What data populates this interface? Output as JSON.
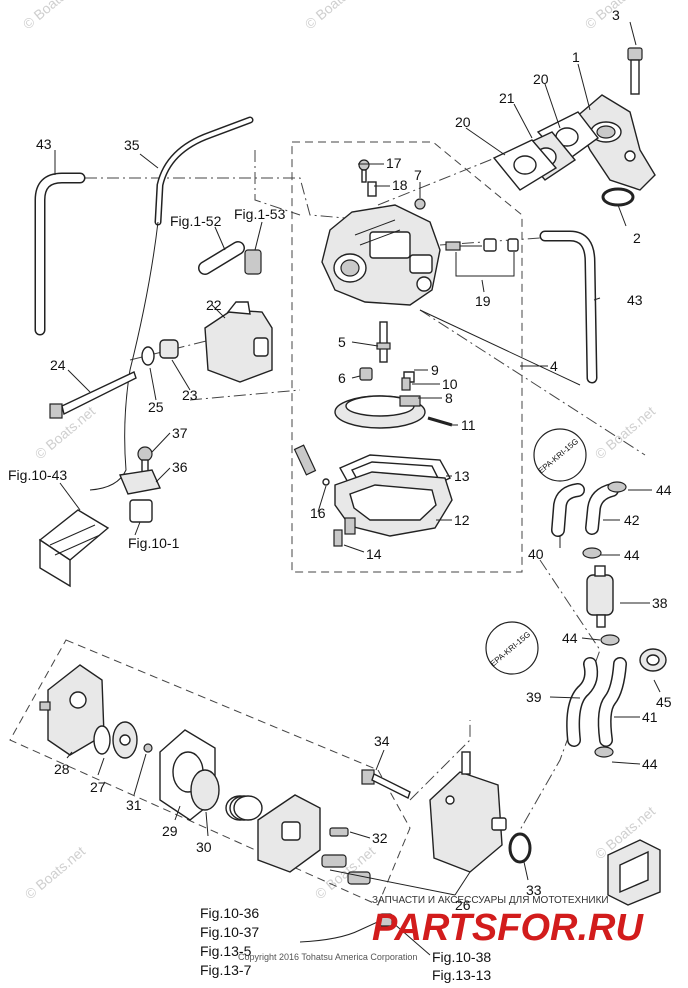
{
  "labels": {
    "p1": "1",
    "p2": "2",
    "p3": "3",
    "p4": "4",
    "p5": "5",
    "p6": "6",
    "p7": "7",
    "p8": "8",
    "p9": "9",
    "p10": "10",
    "p11": "11",
    "p12": "12",
    "p13": "13",
    "p14": "14",
    "p16": "16",
    "p17": "17",
    "p18": "18",
    "p19": "19",
    "p20a": "20",
    "p20b": "20",
    "p21": "21",
    "p22": "22",
    "p23": "23",
    "p24": "24",
    "p25": "25",
    "p26": "26",
    "p27": "27",
    "p28": "28",
    "p29": "29",
    "p30": "30",
    "p31": "31",
    "p32": "32",
    "p33": "33",
    "p34": "34",
    "p35": "35",
    "p36": "36",
    "p37": "37",
    "p38": "38",
    "p39": "39",
    "p40": "40",
    "p41": "41",
    "p42": "42",
    "p43a": "43",
    "p43b": "43",
    "p44a": "44",
    "p44b": "44",
    "p44c": "44",
    "p44d": "44",
    "p45": "45"
  },
  "figure_refs": {
    "fig1_52": "Fig.1-52",
    "fig1_53": "Fig.1-53",
    "fig10_43": "Fig.10-43",
    "fig10_1": "Fig.10-1",
    "fig10_36": "Fig.10-36",
    "fig10_37": "Fig.10-37",
    "fig13_5": "Fig.13-5",
    "fig13_7": "Fig.13-7",
    "fig10_38": "Fig.10-38",
    "fig13_13": "Fig.13-13"
  },
  "hose_stamps": {
    "upper": "EPA-KRI-15G",
    "lower": "EPA-KRI-15G"
  },
  "watermarks": {
    "boats_net": "© Boats.net"
  },
  "footer": {
    "copyright": "Copyright 2016 Tohatsu America Corporation",
    "banner_text": "ЗАПЧАСТИ И АКСЕССУАРЫ ДЛЯ МОТОТЕХНИКИ",
    "brand": "PARTSFOR.RU"
  },
  "colors": {
    "line": "#222222",
    "brand_red": "#d21c1c",
    "watermark": "#cfcfcf"
  }
}
